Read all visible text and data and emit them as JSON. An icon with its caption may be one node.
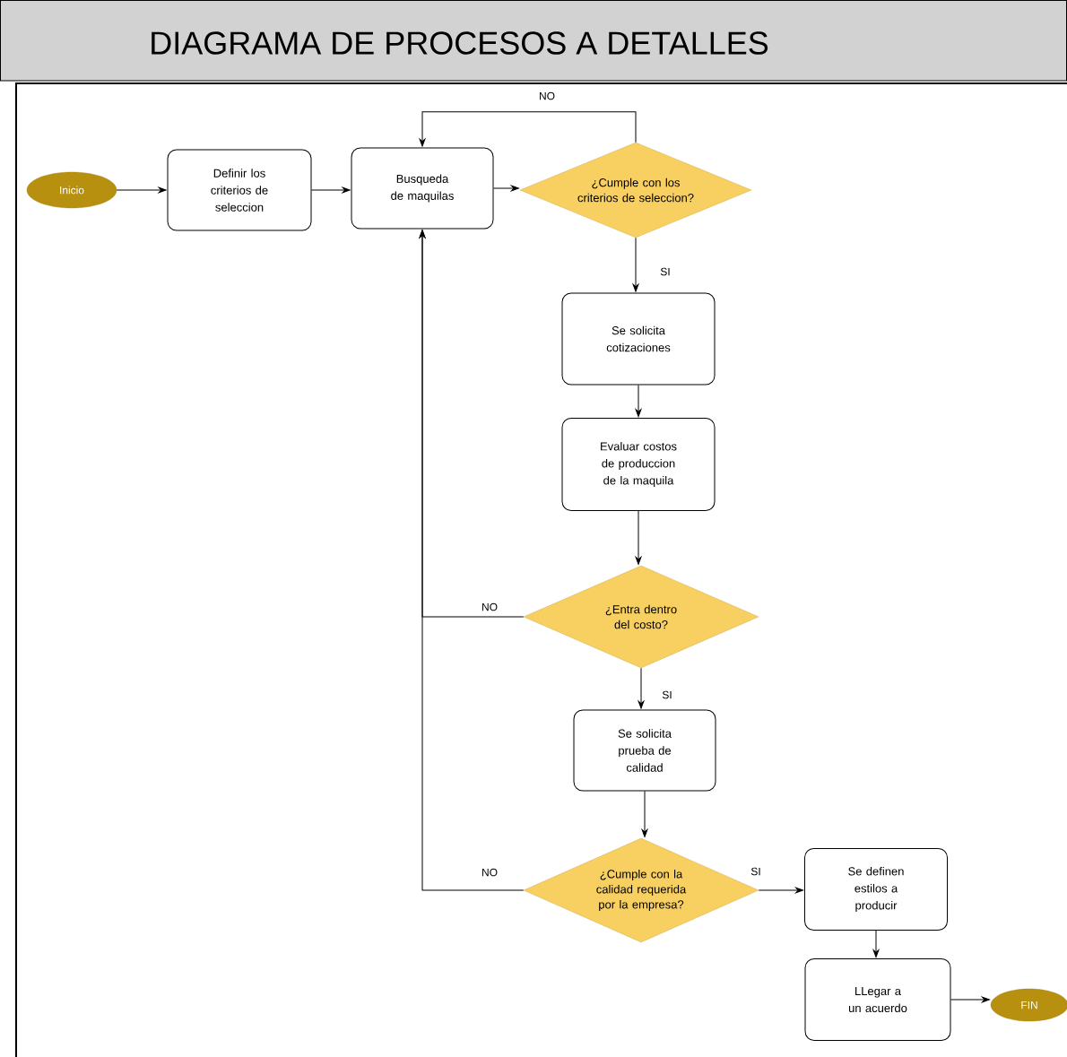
{
  "diagram": {
    "title": "DIAGRAMA DE PROCESOS A DETALLES",
    "nodes": [
      {
        "text": [
          "Inicio"
        ]
      },
      {
        "text": [
          "Definir los criterios de seleccion"
        ]
      },
      {
        "text": [
          "Busqueda de maquilas"
        ]
      },
      {
        "text": [
          "¿Cumple con los criterios de seleccion?"
        ]
      },
      {
        "text": [
          "Se solicita cotizaciones"
        ]
      },
      {
        "text": [
          "Evaluar costos de produccion de la maquila"
        ]
      },
      {
        "text": [
          "¿Entra dentro del costo?"
        ]
      },
      {
        "text": [
          "Se solicita prueba de calidad"
        ]
      },
      {
        "text": [
          "¿Cumple con la calidad requerida por la empresa?"
        ]
      },
      {
        "text": [
          "Se definen estilos a producir"
        ]
      },
      {
        "text": [
          "LLegar a un acuerdo"
        ]
      },
      {
        "text": [
          "FIN"
        ]
      }
    ],
    "edges": [
      {
        "from": 0,
        "to": 1,
        "arrow": "to"
      },
      {
        "from": 1,
        "to": 2,
        "arrow": "to"
      },
      {
        "from": 2,
        "to": 3,
        "arrow": "to"
      },
      {
        "from": 3,
        "to": 2,
        "arrow": "to",
        "label": "NO"
      },
      {
        "from": 3,
        "to": 4,
        "arrow": "to",
        "label": "SI"
      },
      {
        "from": 4,
        "to": 5,
        "arrow": "to"
      },
      {
        "from": 5,
        "to": 6,
        "arrow": "to"
      },
      {
        "from": 6,
        "to": 2,
        "arrow": "to",
        "label": "NO"
      },
      {
        "from": 6,
        "to": 7,
        "arrow": "to",
        "label": "SI"
      },
      {
        "from": 7,
        "to": 8,
        "arrow": "to"
      },
      {
        "from": 8,
        "to": 2,
        "arrow": "to",
        "label": "NO"
      },
      {
        "from": 8,
        "to": 9,
        "arrow": "to",
        "label": "SI"
      },
      {
        "from": 9,
        "to": 10,
        "arrow": "to"
      },
      {
        "from": 10,
        "to": 11,
        "arrow": "to"
      }
    ]
  }
}
